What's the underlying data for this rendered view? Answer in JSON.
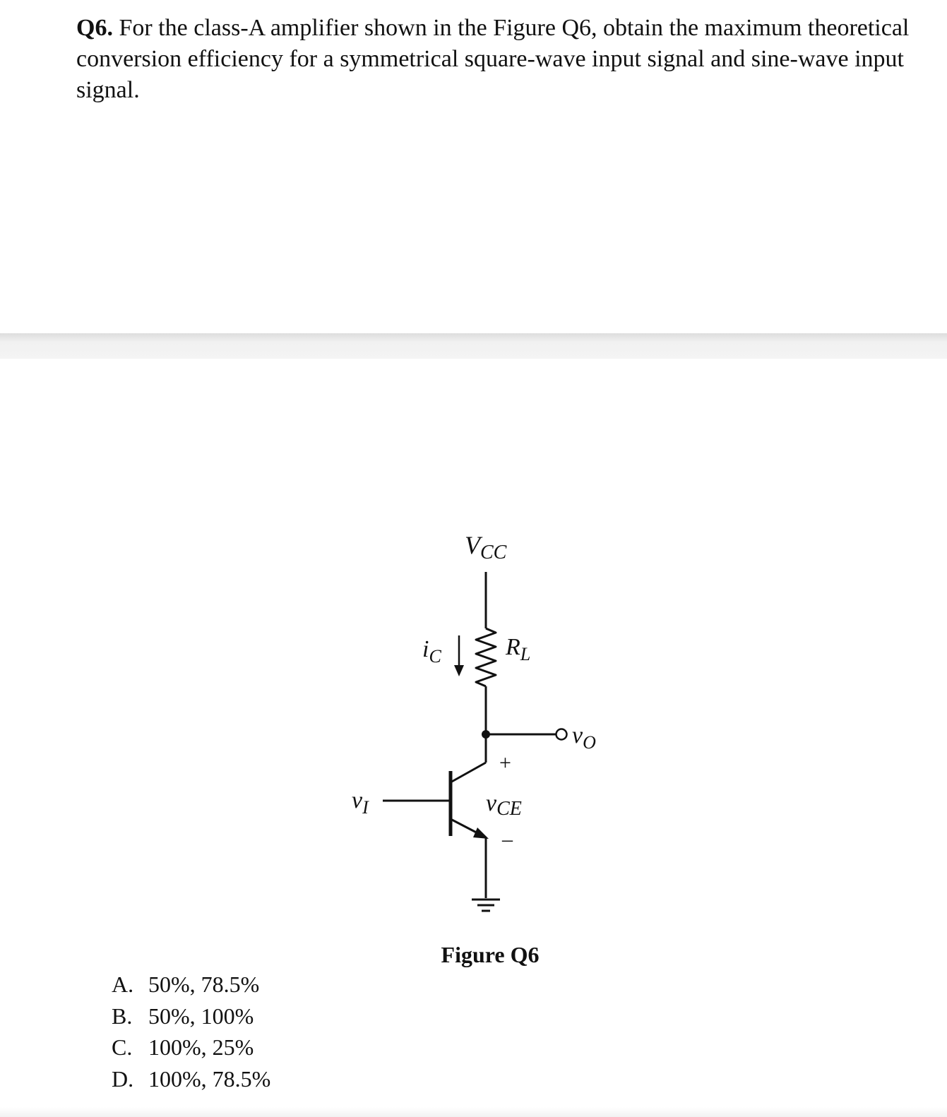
{
  "question": {
    "number": "Q6.",
    "text": " For the class-A amplifier shown in the Figure Q6, obtain the maximum theoretical conversion efficiency for a symmetrical square-wave input signal and sine-wave input signal."
  },
  "figure": {
    "caption": "Figure Q6",
    "labels": {
      "vcc": "V",
      "vcc_sub": "CC",
      "ic": "i",
      "ic_sub": "C",
      "rl": "R",
      "rl_sub": "L",
      "vo": "v",
      "vo_sub": "O",
      "vi": "v",
      "vi_sub": "I",
      "plus": "+",
      "vce": "v",
      "vce_sub": "CE",
      "minus": "–"
    }
  },
  "options": [
    {
      "letter": "A.",
      "text": "50%, 78.5%"
    },
    {
      "letter": "B.",
      "text": "50%, 100%"
    },
    {
      "letter": "C.",
      "text": "100%, 25%"
    },
    {
      "letter": "D.",
      "text": "100%, 78.5%"
    }
  ]
}
